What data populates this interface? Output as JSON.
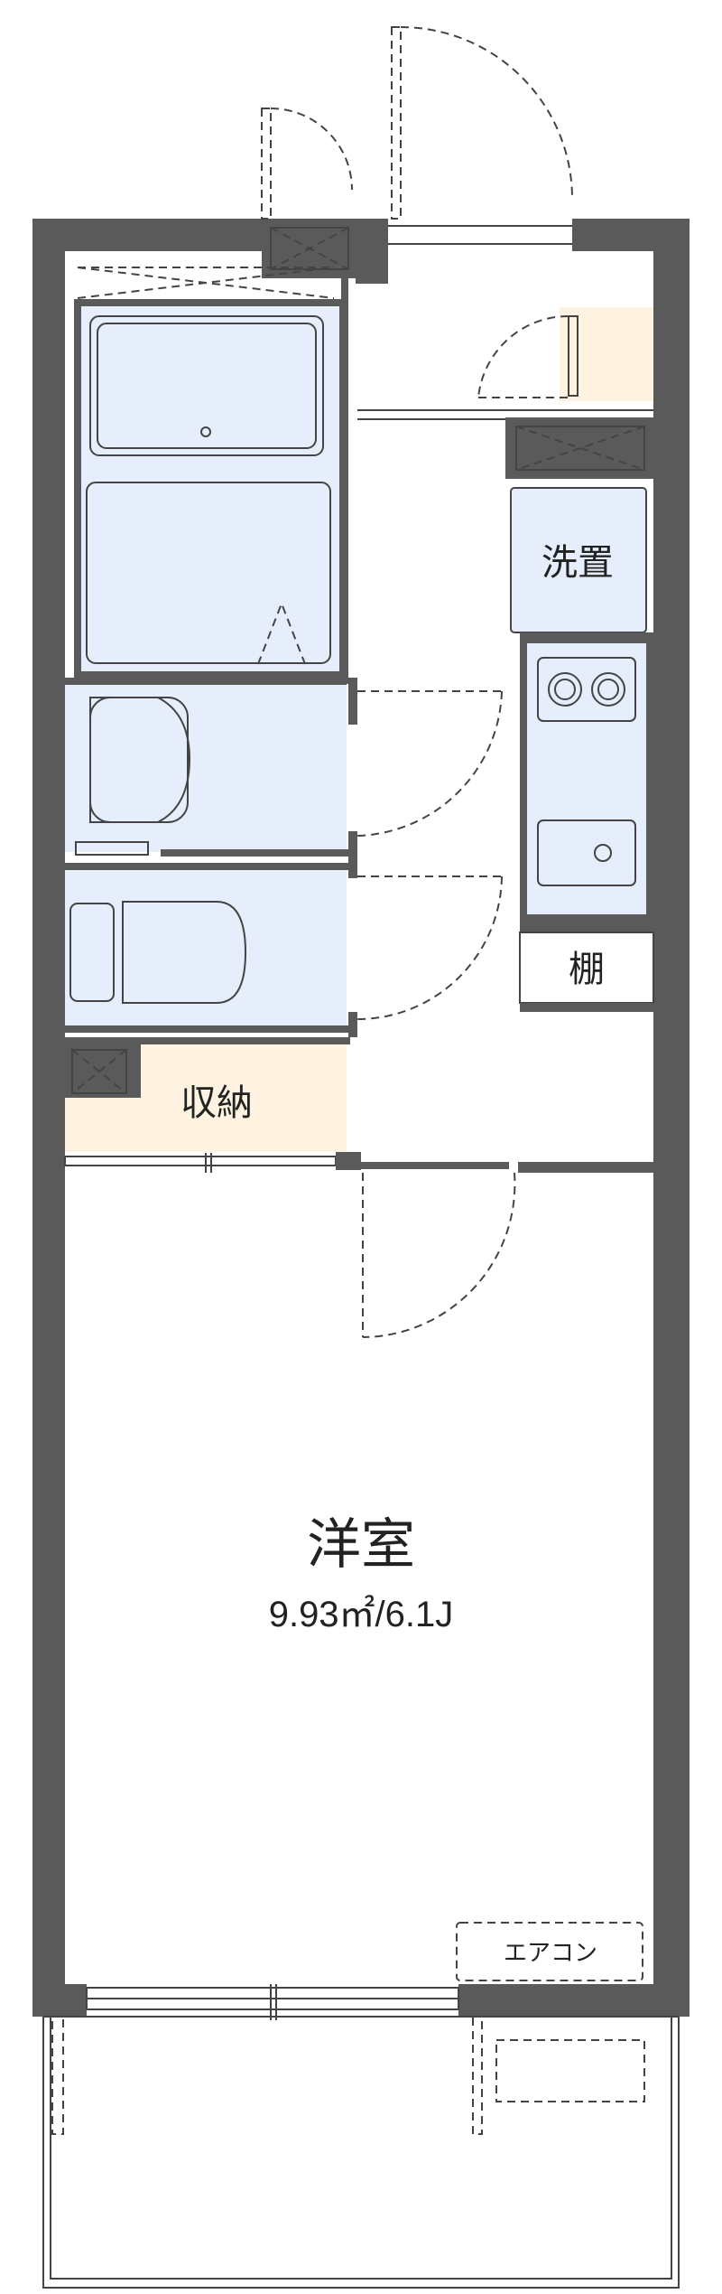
{
  "plan": {
    "rooms": {
      "western_room": {
        "name": "洋室",
        "area": "9.93㎡/6.1J"
      },
      "storage": {
        "name": "収納"
      },
      "laundry": {
        "name": "洗置"
      },
      "shelf": {
        "name": "棚"
      },
      "aircon": {
        "name": "エアコン"
      }
    },
    "colors": {
      "wall": "#5a5a5a",
      "wet_area": "#e6eefb",
      "storage_fill": "#fdf3e0",
      "line": "#444444",
      "background": "#ffffff"
    }
  }
}
